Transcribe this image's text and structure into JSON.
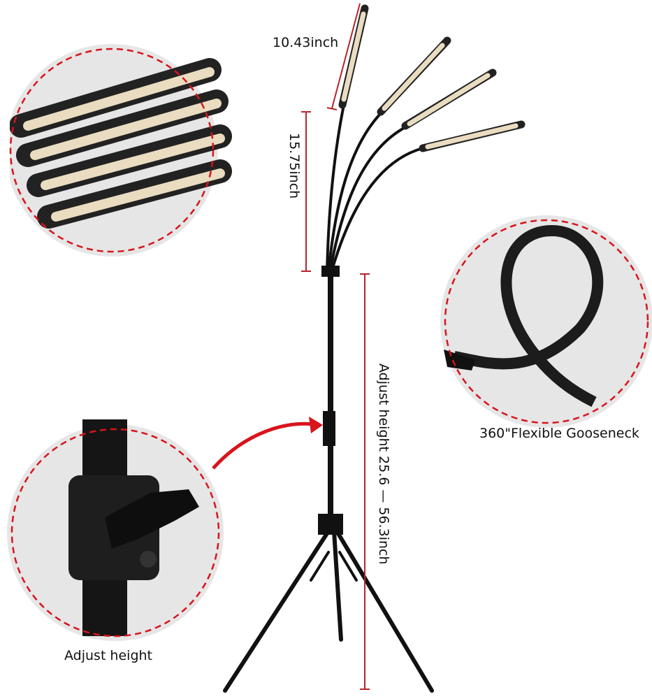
{
  "labels": {
    "bar_length": "10.43inch",
    "gooseneck_length": "15.75inch",
    "height_range": "Adjust height  25.6 — 56.3inch",
    "gooseneck_caption": "360\"Flexible Gooseneck",
    "clamp_caption": "Adjust height"
  },
  "colors": {
    "dimension_line": "#b3262b",
    "dashed_circle": "#d8141c",
    "circle_fill": "#e6e6e6",
    "lamp_body": "#1a1a1a",
    "led_bar": "#eadcc0"
  }
}
